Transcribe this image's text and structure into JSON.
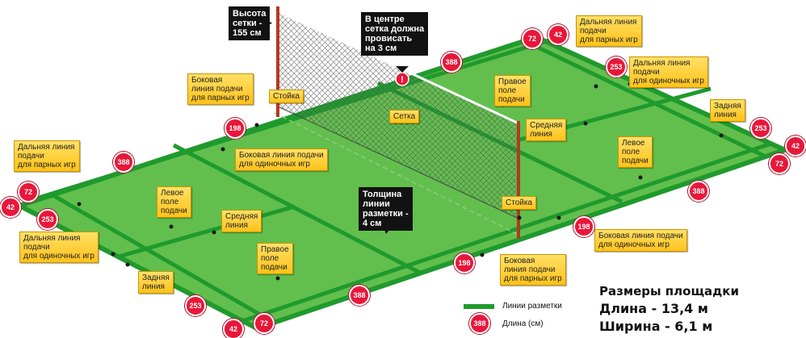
{
  "labels": {
    "net_height": "Высота\nсетки -\n155 см",
    "net_sag": "В центре\nсетка должна\nпровисать\nна 3 см",
    "line_thickness": "Толщина\nлинии\nразметки -\n4 см",
    "doubles_side_line_top": "Боковая\nлиния подачи\nдля парных игр",
    "post_top": "Стойка",
    "net": "Сетка",
    "right_service_court_top": "Правое\nполе\nподачи",
    "center_line_right": "Средняя\nлиния",
    "long_service_doubles_top": "Дальняя линия\nподачи\nдля парных игр",
    "long_service_singles_top": "Дальняя линия\nподачи\nдля одиночных игр",
    "back_line_right": "Задняя\nлиния",
    "left_service_court_right": "Левое\nполе\nподачи",
    "singles_side_line_top": "Боковая линия подачи\nдля одиночных игр",
    "long_service_doubles_left": "Дальняя линия\nподачи\nдля парных игр",
    "left_service_court_left": "Левое\nполе\nподачи",
    "center_line_left": "Средняя\nлиния",
    "long_service_singles_left": "Дальняя линия\nподачи\nдля одиночных игр",
    "right_service_court_bottom": "Правое\nполе\nподачи",
    "back_line_left": "Задняя\nлиния",
    "post_bottom": "Стойка",
    "singles_side_line_bottom": "Боковая линия подачи\nдля одиночных игр",
    "doubles_side_line_bottom": "Боковая\nлиния подачи\nдля парных игр"
  },
  "dimension_badges": [
    "72",
    "42",
    "388",
    "253",
    "198",
    "253",
    "42",
    "72",
    "388",
    "198",
    "42",
    "72",
    "388",
    "253",
    "388",
    "198",
    "42",
    "72"
  ],
  "legend": {
    "lines": "Линии разметки",
    "badge_value": "388",
    "length_unit": "Длина (см)"
  },
  "dimensions": {
    "title": "Размеры площадки",
    "length": "Длина - 13,4 м",
    "width": "Ширина - 6,1 м"
  },
  "colors": {
    "court": "#62bf4d",
    "lines": "#1f9a2d",
    "badge": "#e8173a",
    "callout": "#ffc21a",
    "post": "#b23a1e"
  }
}
